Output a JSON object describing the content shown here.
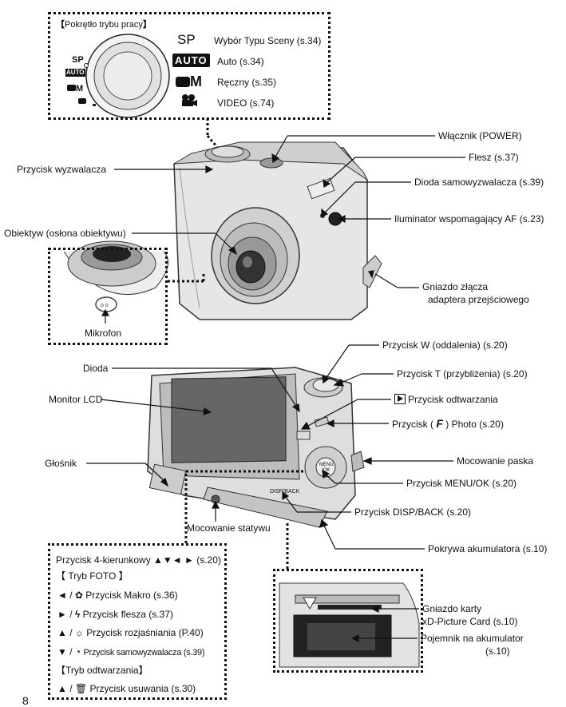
{
  "mode_dial": {
    "title": "Pokrętło trybu pracy",
    "dial_sp": "SP",
    "dial_auto": "AUTO",
    "dial_m": "M",
    "items": [
      {
        "symbol": "SP",
        "label": "Wybór Typu Sceny (s.34)"
      },
      {
        "symbol": "AUTO",
        "label": "Auto (s.34)"
      },
      {
        "symbol": "M",
        "label": "Ręczny (s.35)"
      },
      {
        "symbol": "video-icon",
        "label": "VIDEO (s.74)"
      }
    ]
  },
  "front": {
    "shutter": "Przycisk wyzwalacza",
    "power": "Włącznik (POWER)",
    "flash": "Flesz (s.37)",
    "self_timer_lamp": "Dioda samowyzwalacza (s.39)",
    "af_illuminator": "Iluminator wspomagający AF (s.23)",
    "lens": "Obiektyw (osłona obiektywu)",
    "connector_line1": "Gniazdo złącza",
    "connector_line2": "adaptera przejściowego",
    "microphone": "Mikrofon"
  },
  "back": {
    "zoom_w": "Przycisk W (oddalenia) (s.20)",
    "indicator": "Dioda",
    "zoom_t": "Przycisk T (przybliżenia) (s.20)",
    "playback": "Przycisk odtwarzania",
    "lcd": "Monitor LCD",
    "photo_pre": "Przycisk (",
    "photo_post": ") Photo  (s.20)",
    "photo_symbol": "F",
    "speaker": "Głośnik",
    "strap": "Mocowanie paska",
    "menu_ok": "Przycisk MENU/OK  (s.20)",
    "disp_back": "Przycisk DISP/BACK (s.20)",
    "tripod": "Mocowanie statywu",
    "battery_cover": "Pokrywa akumulatora (s.10)",
    "camera_menu_text": "MENU/OK",
    "camera_disp_text": "DISP/BACK"
  },
  "direction_box": {
    "header": "Przycisk 4-kierunkowy ▲▼◄ ► (s.20)",
    "foto_mode": "【      Tryb FOTO      】",
    "items": [
      {
        "prefix": "◄ /",
        "label": "Przycisk Makro (s.36)"
      },
      {
        "prefix": "► /",
        "label": "Przycisk flesza (s.37)"
      },
      {
        "prefix": "▲ /",
        "label": "Przycisk rozjaśniania (P.40)"
      },
      {
        "prefix": "▼ /",
        "label": "Przycisk samowyzwalacza (s.39)"
      }
    ],
    "playback_mode": "【Tryb odtwarzania】",
    "delete": {
      "prefix": "▲ /",
      "label": "Przycisk usuwania (s.30)"
    }
  },
  "battery": {
    "card_line1": "Gniazdo karty",
    "card_line2": "xD-Picture Card  (s.10)",
    "battery_line1": "Pojemnik na akumulator",
    "battery_line2": "(s.10)"
  },
  "page_number": "8"
}
